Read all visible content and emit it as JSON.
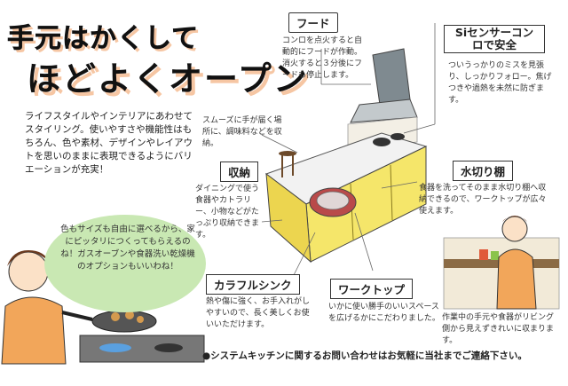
{
  "headline": {
    "line1": "手元はかくして",
    "line2": "ほどよくオープン"
  },
  "intro": "ライフスタイルやインテリアにあわせてスタイリング。使いやすさや機能性はもちろん、色や素材、デザインやレイアウトを思いのままに表現できるようにバリエーションが充実！",
  "bubble": "色もサイズも自由に選べるから、家にピッタリにつくってもらえるのね！ガスオーブンや食器洗い乾燥機のオプションもいいわね！",
  "features": {
    "hood": {
      "title": "フード",
      "body": "コンロを点火すると自動的にフードが作動。消火すると３分後にフードも停止します。"
    },
    "sensor": {
      "title": "Siセンサーコンロで安全",
      "body": "ついうっかりのミスを見張り、しっかりフォロー。焦げつきや過熱を未然に防ぎます。"
    },
    "reach": {
      "body": "スムーズに手が届く場所に、調味料などを収納。"
    },
    "storage": {
      "title": "収納",
      "body": "ダイニングで使う食器やカトラリー、小物などがたっぷり収納できます。"
    },
    "drain": {
      "title": "水切り棚",
      "body": "食器を洗ってそのまま水切り棚へ収納できるので、ワークトップが広々使えます。"
    },
    "sink": {
      "title": "カラフルシンク",
      "body": "熱や傷に強く、お手入れがしやすいので、長く美しくお使いいただけます。"
    },
    "worktop": {
      "title": "ワークトップ",
      "body": "いかに使い勝手のいいスペースを広げるかにこだわりました。"
    },
    "handside": {
      "body": "作業中の手元や食器がリビング側から見えずきれいに収まります。"
    }
  },
  "footer": "●システムキッチンに関するお問い合わせはお気軽に当社までご連絡下さい。",
  "colors": {
    "cabinet": "#f5e66a",
    "bubble": "#c9e8b3",
    "headline_shadow": "#f6c6a3",
    "apron": "#f2a65a"
  }
}
